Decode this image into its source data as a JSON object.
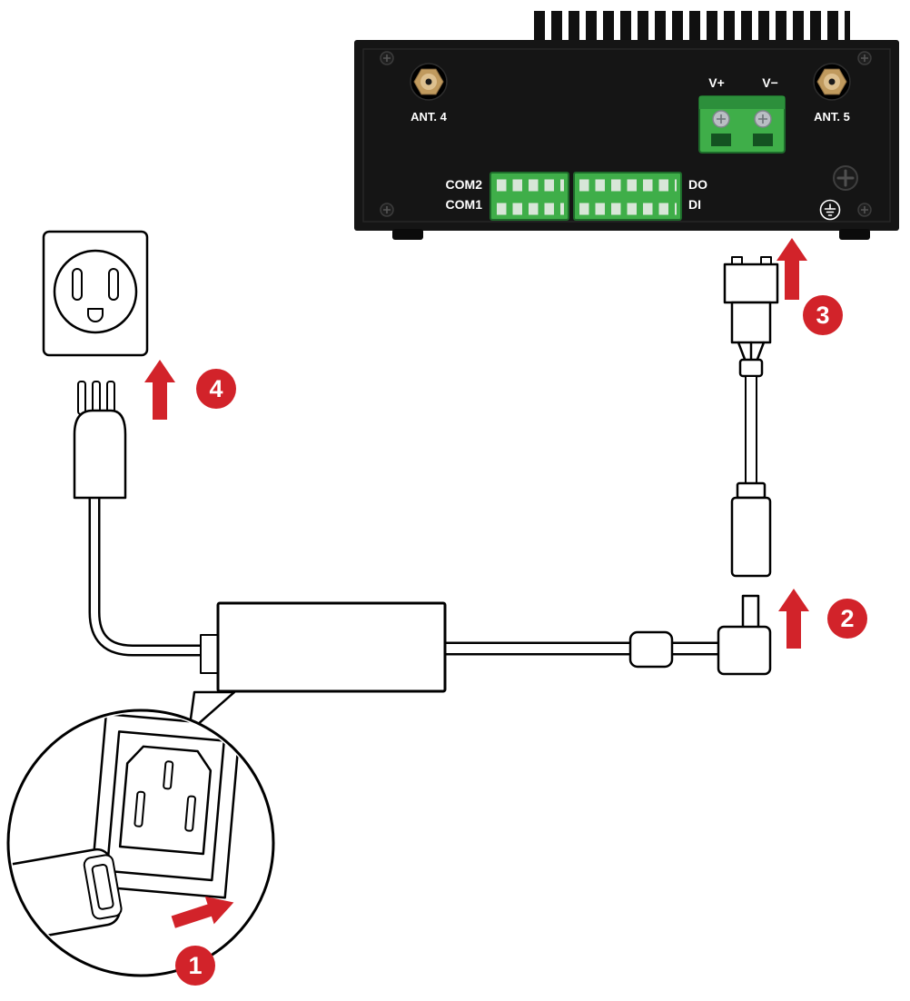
{
  "figure": {
    "type": "hardware-power-connection-diagram",
    "device_rear_labels": {
      "ant4": "ANT. 4",
      "ant5": "ANT. 5",
      "v_plus": "V+",
      "v_minus": "V−",
      "com2": "COM2",
      "com1": "COM1",
      "do": "DO",
      "di": "DI"
    },
    "steps": {
      "step1": "1",
      "step2": "2",
      "step3": "3",
      "step4": "4"
    },
    "colors": {
      "accent_red": "#D2232A",
      "terminal_green": "#3FAE49",
      "terminal_green_dark": "#1E6B2B",
      "device_body": "#151515",
      "fin_black": "#101010",
      "antenna_gold": "#C09A5E",
      "antenna_gold_light": "#DDC08F"
    }
  }
}
